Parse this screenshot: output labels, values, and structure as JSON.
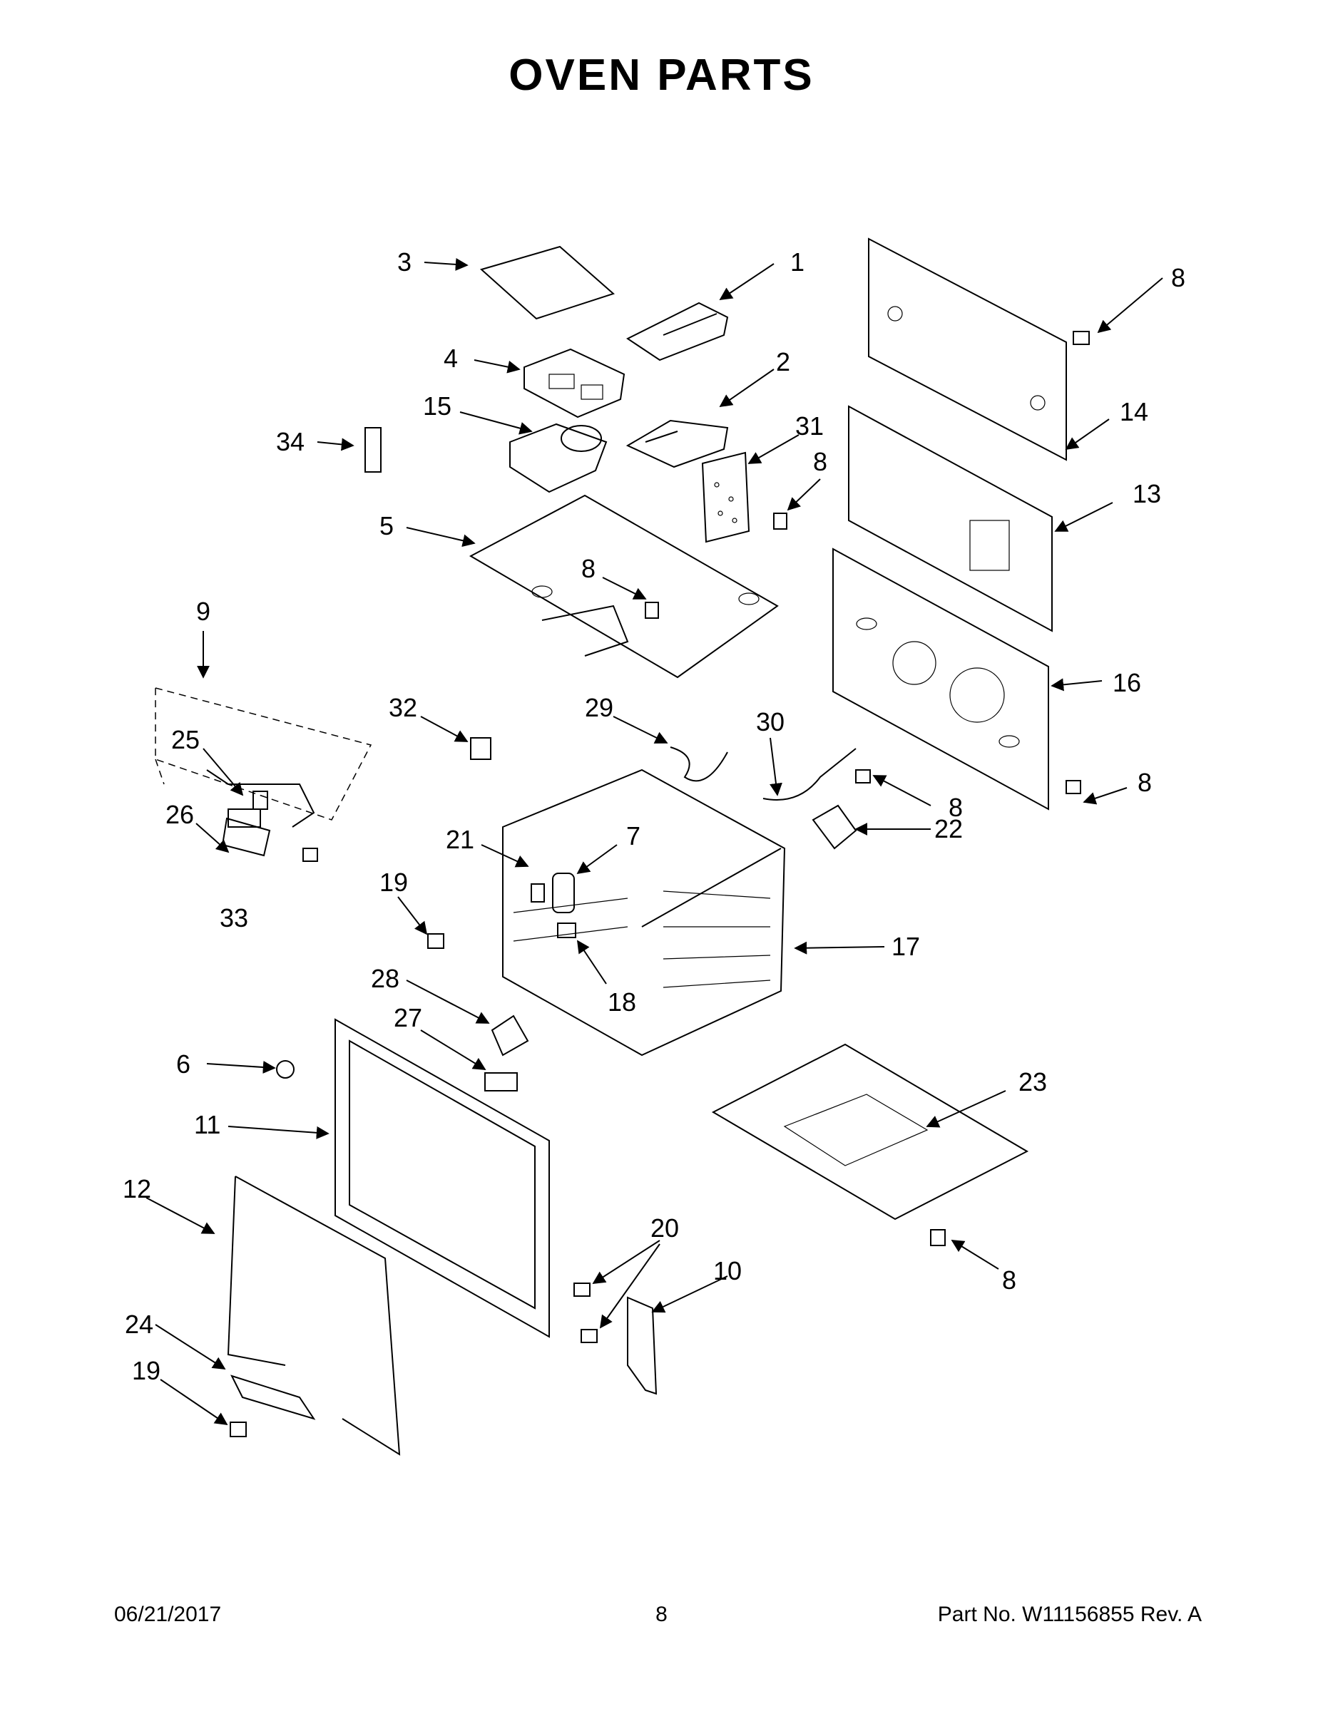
{
  "title": "OVEN PARTS",
  "footer": {
    "date": "06/21/2017",
    "page": "8",
    "part_number": "Part No.  W11156855  Rev.  A"
  },
  "callouts": [
    "1",
    "2",
    "3",
    "4",
    "5",
    "6",
    "7",
    "8",
    "9",
    "10",
    "11",
    "12",
    "13",
    "14",
    "15",
    "16",
    "17",
    "18",
    "19",
    "20",
    "21",
    "22",
    "23",
    "24",
    "25",
    "26",
    "27",
    "28",
    "29",
    "30",
    "31",
    "32",
    "33",
    "34"
  ]
}
